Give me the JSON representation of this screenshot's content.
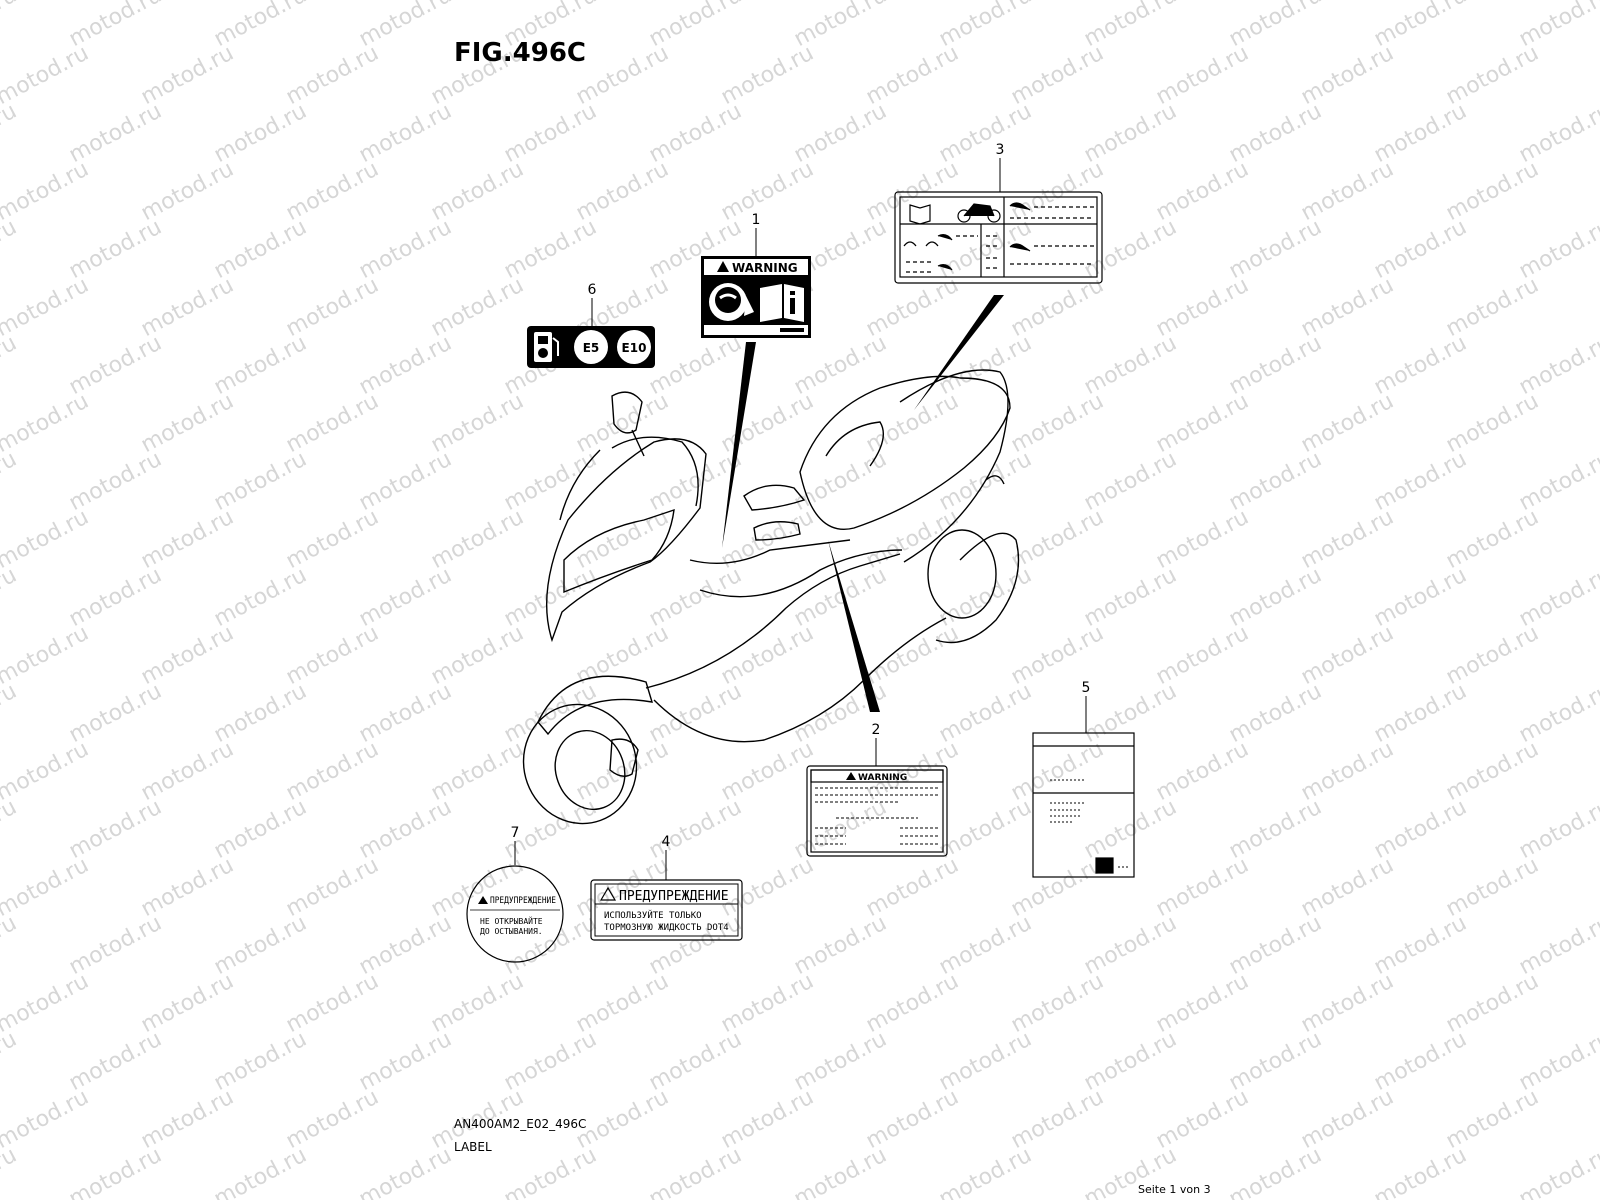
{
  "watermark": {
    "text": "motod.ru"
  },
  "figure": {
    "title": "FIG.496C",
    "model_code": "AN400AM2_E02_496C",
    "caption": "LABEL"
  },
  "callouts": [
    "1",
    "2",
    "3",
    "4",
    "5",
    "6",
    "7"
  ],
  "labels": {
    "warning_1": {
      "heading": "WARNING"
    },
    "warning_2": {
      "heading": "WARNING"
    },
    "fuel": {
      "badges": [
        "E5",
        "E10"
      ]
    },
    "brake_fluid": {
      "heading": "ПРЕДУПРЕЖДЕНИЕ",
      "line1": "ИСПОЛЬЗУЙТЕ ТОЛЬКО",
      "line2": "ТОРМОЗНУЮ ЖИДКОСТЬ DOT4"
    },
    "cap": {
      "heading": "ПРЕДУПРЕЖДЕНИЕ",
      "line1": "НЕ ОТКРЫВАЙТЕ",
      "line2": "ДО ОСТЫВАНИЯ."
    }
  },
  "footer": {
    "page": "Seite 1 von 3"
  }
}
